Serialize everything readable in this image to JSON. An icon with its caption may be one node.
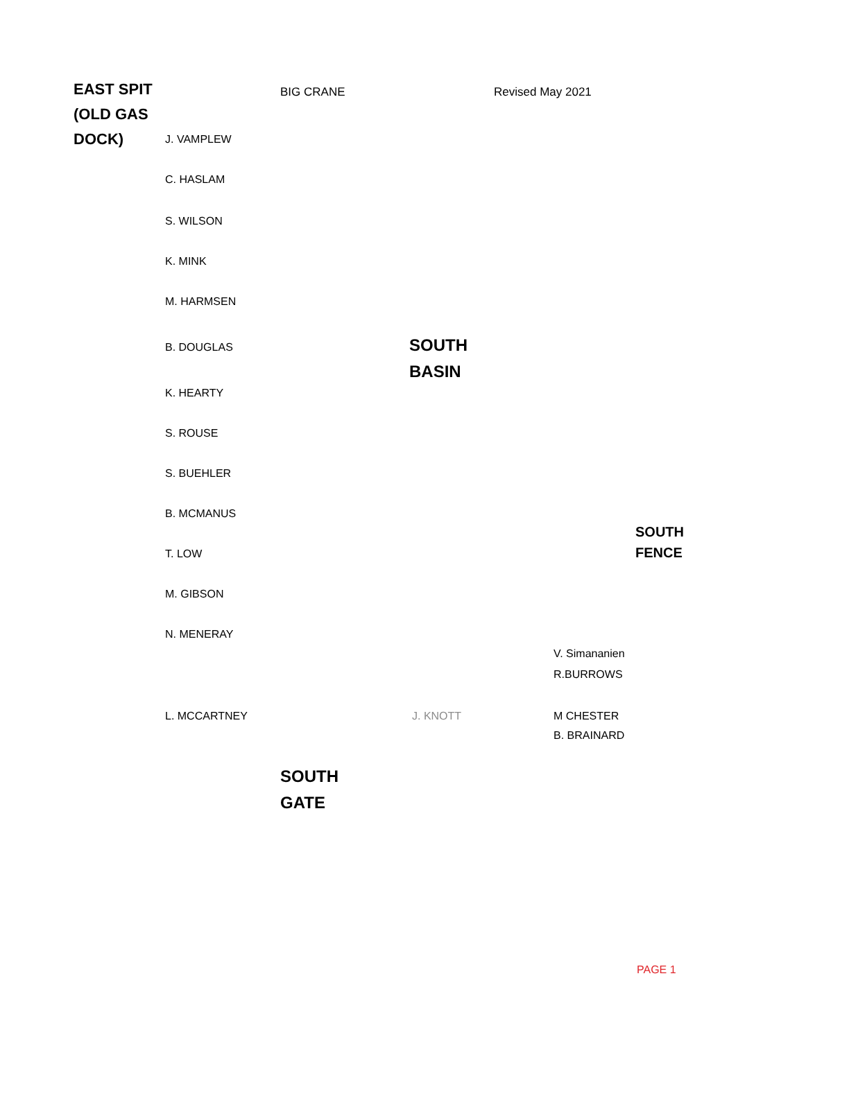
{
  "diagram": {
    "labels": [
      "EAST SPIT (OLD GAS DOCK)",
      "BIG CRANE",
      "Revised May 2021",
      "J. VAMPLEW",
      "C. HASLAM",
      "S. WILSON",
      "K. MINK",
      "M. HARMSEN",
      "B. DOUGLAS",
      "SOUTH BASIN",
      "K. HEARTY",
      "S. ROUSE",
      "S. BUEHLER",
      "B. MCMANUS",
      "SOUTH FENCE",
      "T. LOW",
      "M. GIBSON",
      "N. MENERAY",
      "V. Simananien",
      "R.BURROWS",
      "L. MCCARTNEY",
      "J. KNOTT",
      "M CHESTER",
      "B. BRAINARD",
      "SOUTH GATE",
      "PAGE 1"
    ]
  }
}
